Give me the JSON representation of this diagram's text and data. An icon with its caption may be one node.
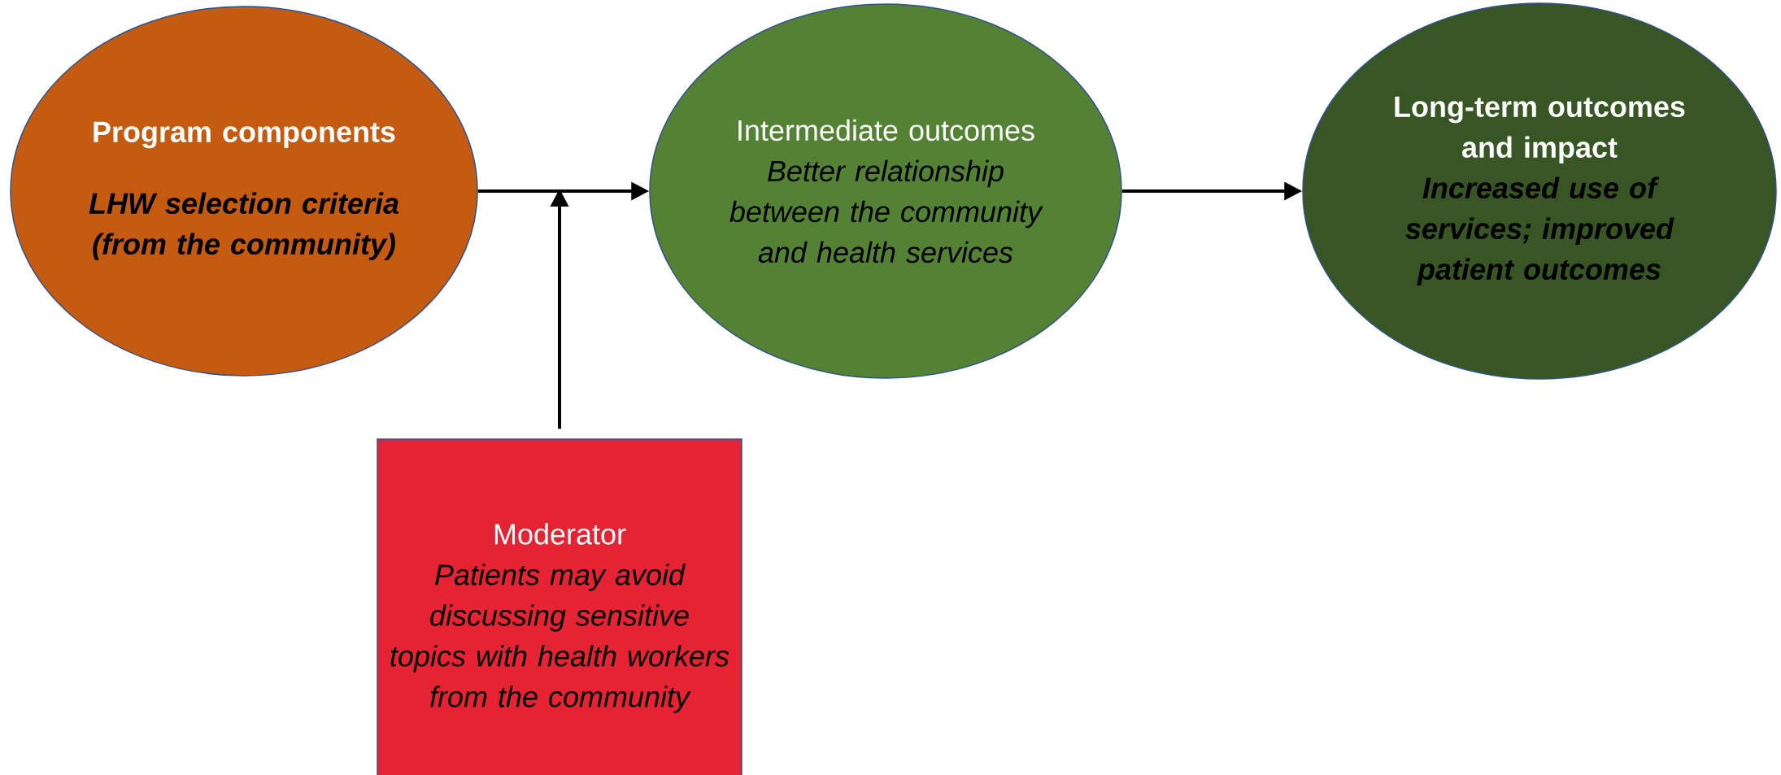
{
  "diagram": {
    "nodes": [
      {
        "text": [
          "Program components",
          "LHW selection criteria (from the community)"
        ]
      },
      {
        "text": [
          "Intermediate outcomes",
          "Better relationship between the community and health services"
        ]
      },
      {
        "text": [
          "Long-term outcomes and impact",
          "Increased use of services; improved patient outcomes"
        ]
      },
      {
        "text": [
          "Moderator",
          "Patients may avoid discussing sensitive topics with health workers from the community"
        ]
      }
    ],
    "edges": [
      {
        "from": 0,
        "to": 1,
        "arrow": "to"
      },
      {
        "from": 1,
        "to": 2,
        "arrow": "to"
      },
      {
        "from": 3,
        "to": null,
        "arrow": "to"
      }
    ]
  }
}
